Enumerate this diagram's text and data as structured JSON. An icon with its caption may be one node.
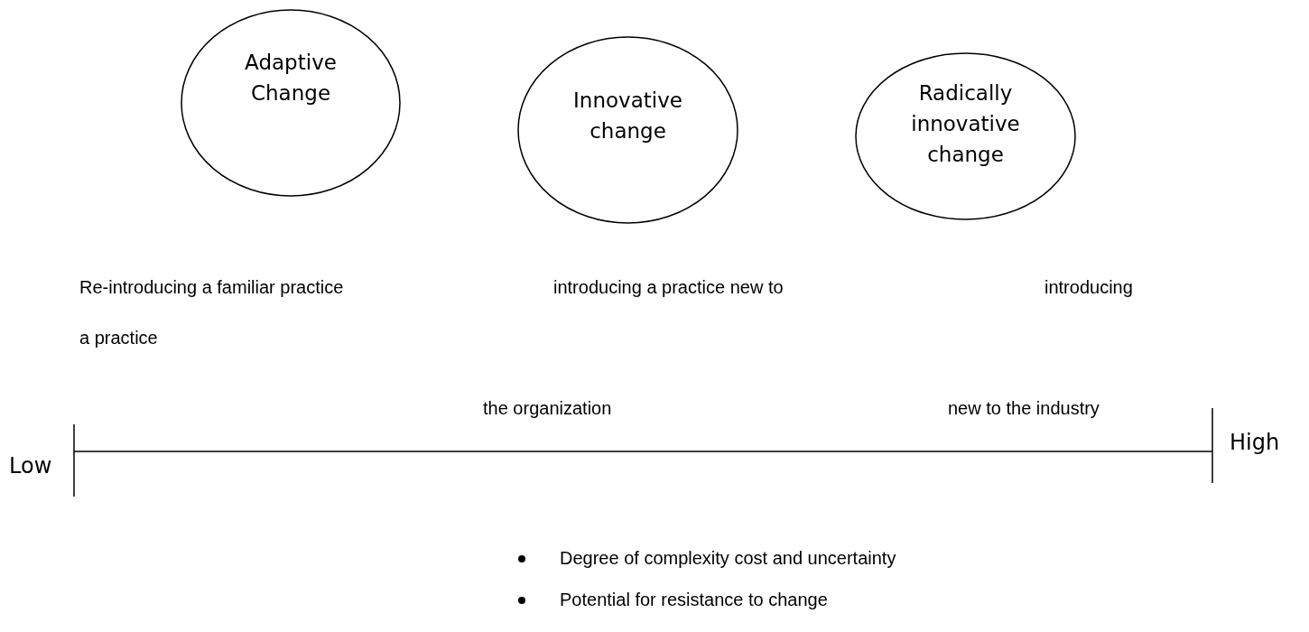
{
  "diagram": {
    "nodes": [
      {
        "text": [
          "Adaptive Change"
        ]
      },
      {
        "text": [
          "Innovative change"
        ]
      },
      {
        "text": [
          "Radically innovative change"
        ]
      }
    ],
    "labels": [
      "Re-introducing a familiar practice",
      "introducing a practice new to",
      "introducing",
      "a practice",
      "the organization",
      "new to the industry",
      "Low",
      "High",
      "Degree of complexity cost and uncertainty",
      "Potential for resistance to change"
    ]
  }
}
